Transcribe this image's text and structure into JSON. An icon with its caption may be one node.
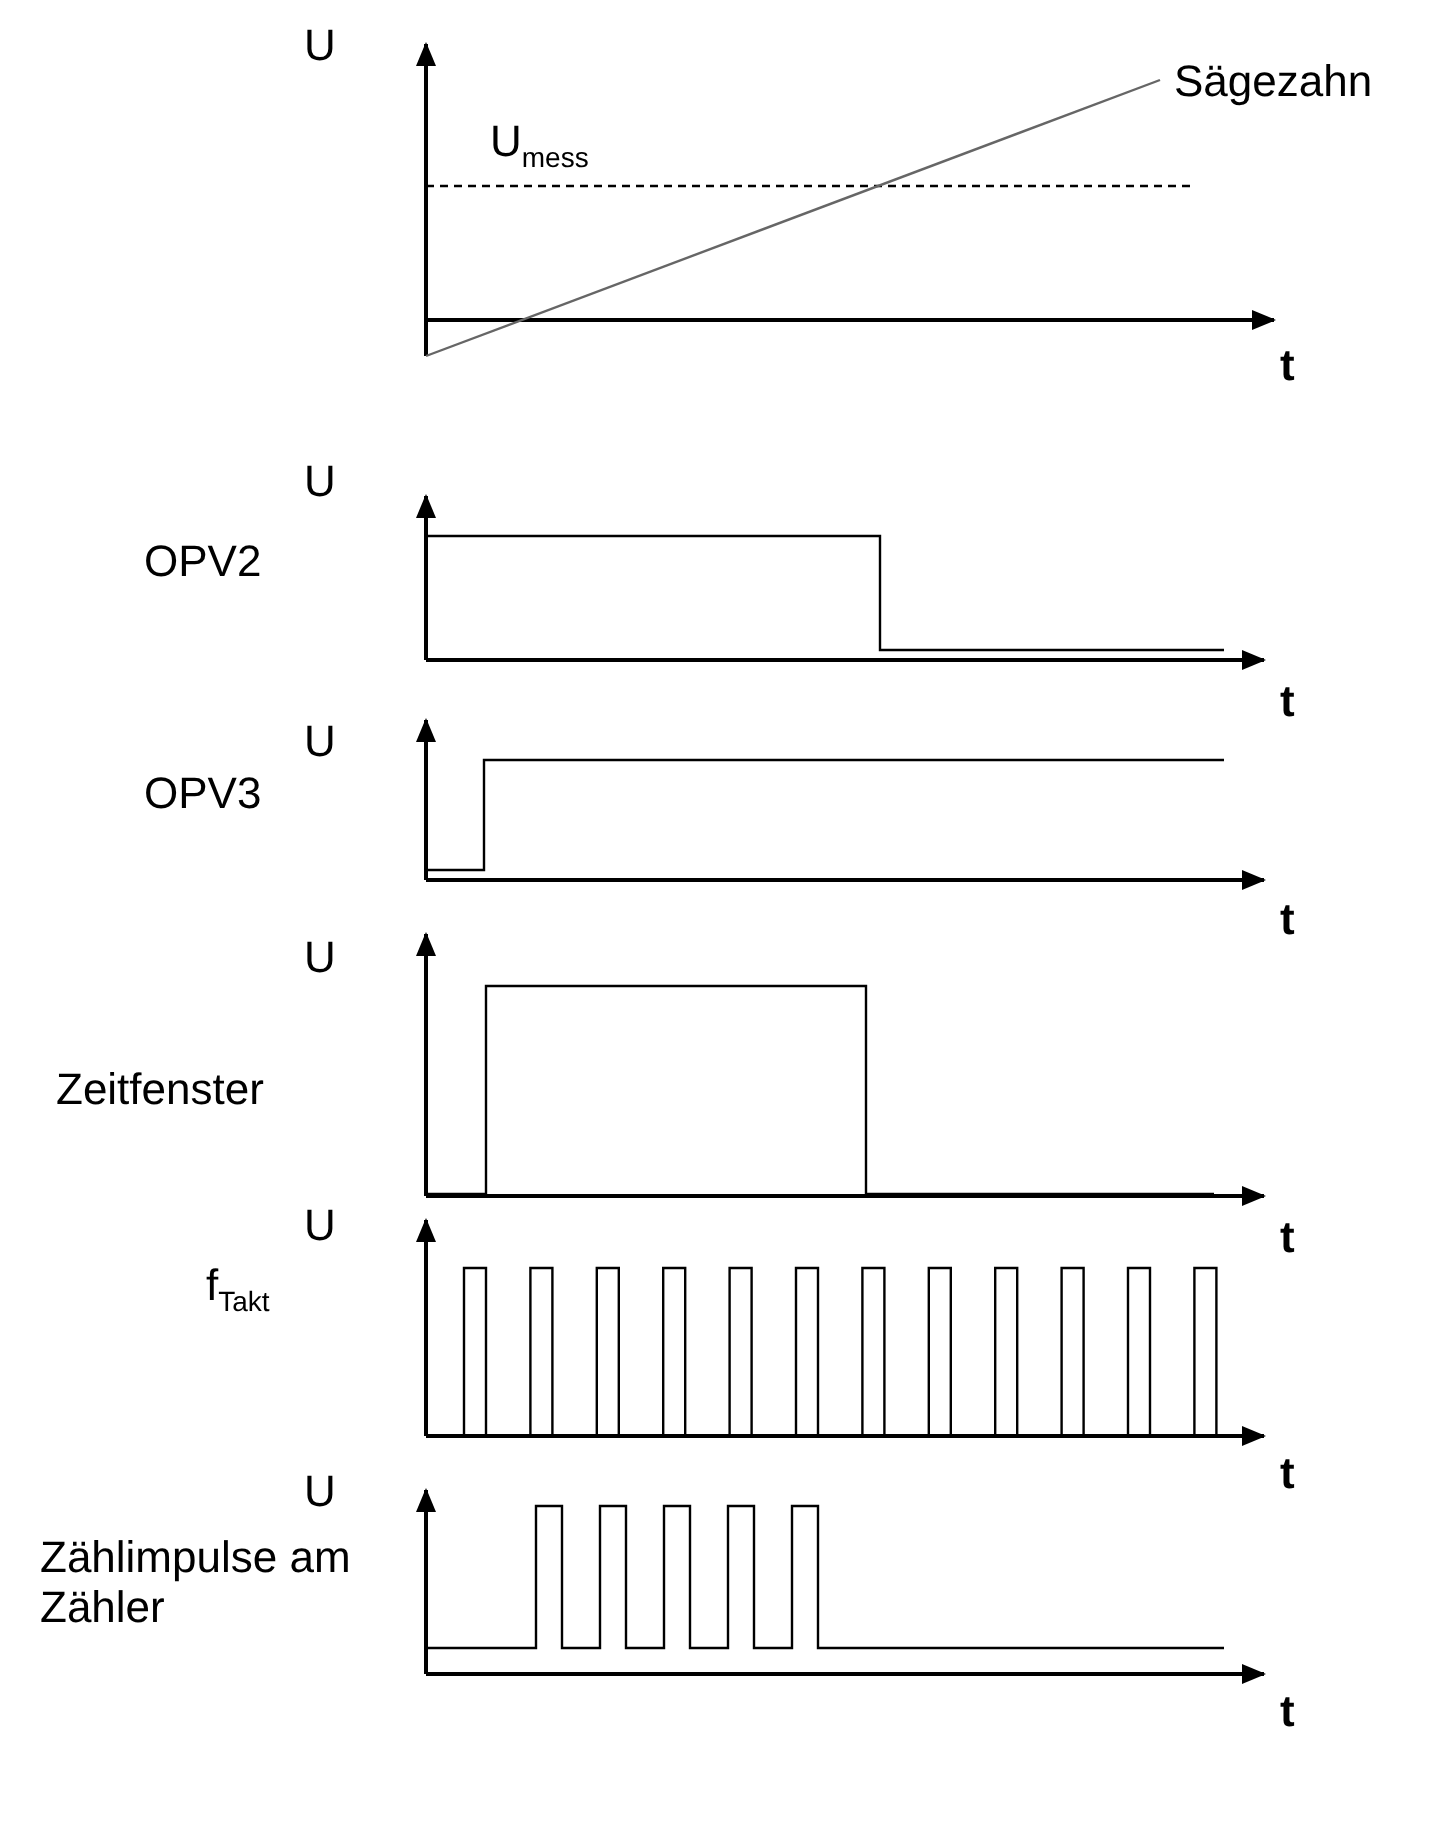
{
  "diagram": {
    "labels": [
      "U",
      "Sägezahn",
      "U$_{mess}$",
      "t",
      "U",
      "OPV2",
      "t",
      "U",
      "OPV3",
      "t",
      "U",
      "Zeitfenster",
      "t",
      "U",
      "f$_{Takt}$",
      "t",
      "U",
      "Zählimpulse am Zähler",
      "t"
    ]
  }
}
